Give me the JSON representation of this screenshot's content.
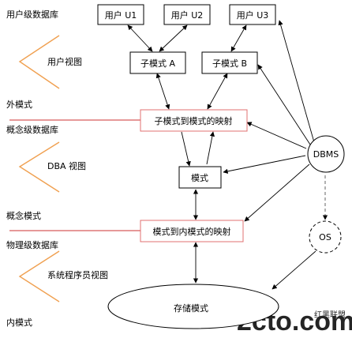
{
  "levels": {
    "user_db": "用户级数据库",
    "user_view": "用户视图",
    "external_schema": "外模式",
    "concept_db": "概念级数据库",
    "dba_view": "DBA 视图",
    "concept_schema": "概念模式",
    "physical_db": "物理级数据库",
    "sysprog_view": "系统程序员视图",
    "internal_schema": "内模式"
  },
  "nodes": {
    "user1": "用户 U1",
    "user2": "用户 U2",
    "user3": "用户 U3",
    "subA": "子模式 A",
    "subB": "子模式 B",
    "sub_map": "子模式到模式的映射",
    "schema": "模式",
    "int_map": "模式到内模式的映射",
    "storage": "存储模式",
    "dbms": "DBMS",
    "os": "OS"
  },
  "watermark": {
    "logo": "2cto.com",
    "sub": "红黑联盟"
  },
  "colors": {
    "orange": "#f0a050",
    "red": "#cc3333",
    "mapping_border": "#e07070",
    "watermark": "#f2b48a"
  }
}
